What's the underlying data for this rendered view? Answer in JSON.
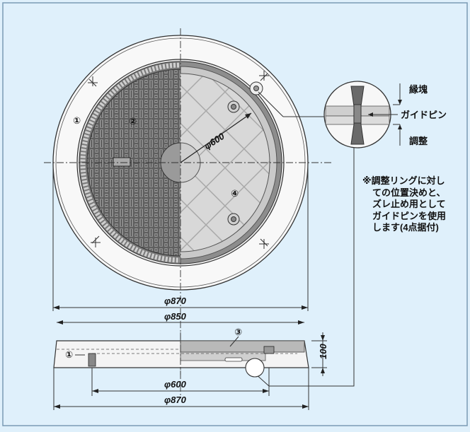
{
  "labels": {
    "n1": "①",
    "n2": "②",
    "n3": "③",
    "n4": "④"
  },
  "callouts": {
    "ring": "縁塊",
    "pin": "ガイドピン",
    "adjust": "調整"
  },
  "note": {
    "line1": "※調整リングに対し",
    "line2": "ての位置決めと、",
    "line3": "ズレ止め用として",
    "line4": "ガイドピンを使用",
    "line5": "します(4点据付)"
  },
  "dims": {
    "inner_diameter": "φ600",
    "outer_870": "φ870",
    "outer_850": "φ850",
    "side_600": "φ600",
    "side_870": "φ870",
    "height": "100"
  },
  "colors": {
    "background": "#dff0fb",
    "ring": "#f7f7f7",
    "cover_dark": "#6b6b6b",
    "cover_light": "#d6d6d6",
    "frame": "#9a9a9a",
    "border": "#7a9bb5"
  }
}
